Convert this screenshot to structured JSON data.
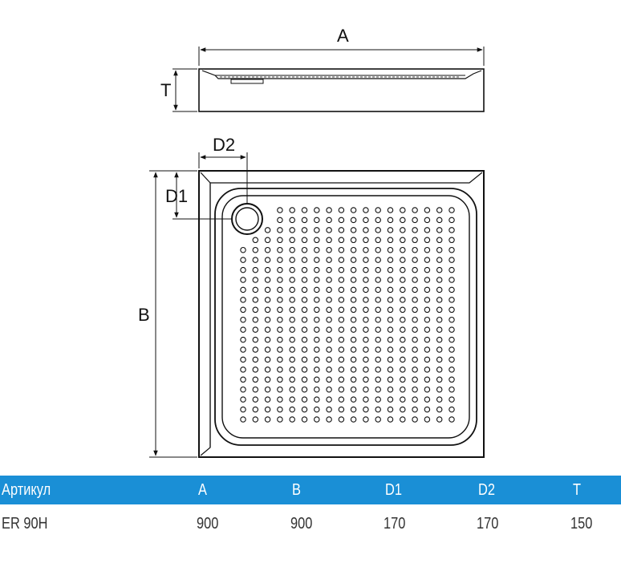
{
  "diagram": {
    "labels": {
      "a": "A",
      "t": "T",
      "d2": "D2",
      "d1": "D1",
      "b": "B"
    }
  },
  "table": {
    "headers": [
      "Артикул",
      "A",
      "B",
      "D1",
      "D2",
      "T"
    ],
    "rows": [
      [
        "ER 90H",
        "900",
        "900",
        "170",
        "170",
        "150"
      ]
    ]
  },
  "colors": {
    "header_bg": "#1a8fd6",
    "header_text": "#ffffff",
    "line": "#111111"
  }
}
